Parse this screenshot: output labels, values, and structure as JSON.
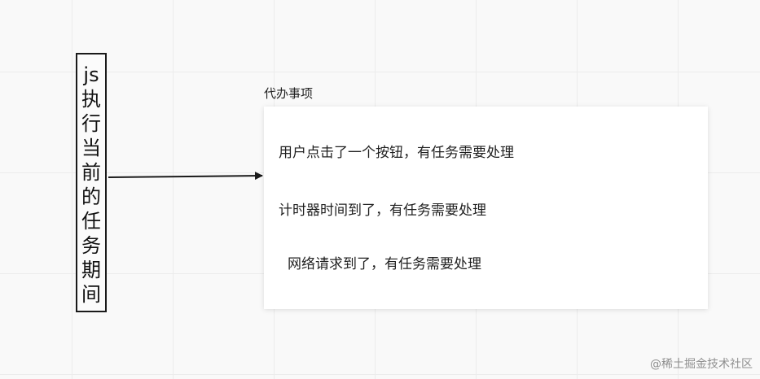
{
  "stack_box": {
    "chars": [
      "js",
      "执",
      "行",
      "当",
      "前",
      "的",
      "任",
      "务",
      "期",
      "间"
    ]
  },
  "queue": {
    "title": "代办事项",
    "tasks": [
      "用户点击了一个按钮，有任务需要处理",
      "计时器时间到了，有任务需要处理",
      "网络请求到了，有任务需要处理"
    ]
  },
  "watermark": "@稀土掘金技术社区",
  "colors": {
    "arrow": "#1a1a1a",
    "grid": "#ececec",
    "card": "#ffffff"
  }
}
